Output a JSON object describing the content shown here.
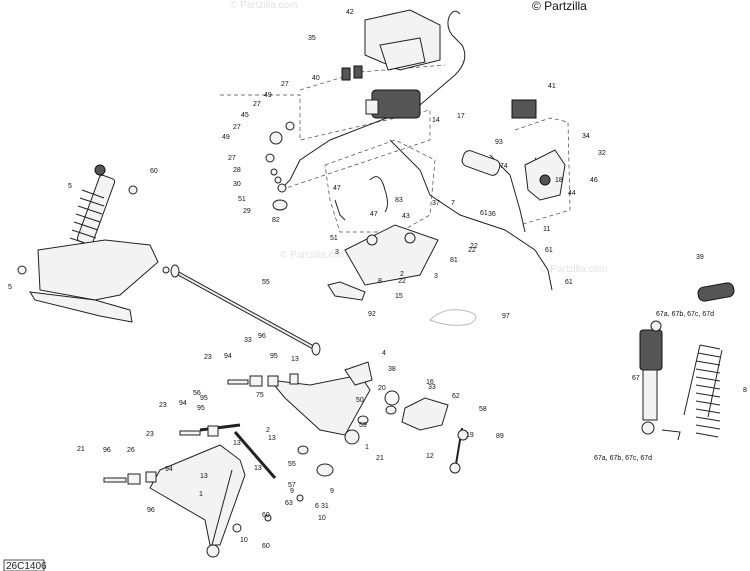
{
  "diagram": {
    "copyright": "© Partzilla",
    "watermark": "© Partzilla.com",
    "drawing_code": "26C1406",
    "callouts": [
      "42",
      "35",
      "40",
      "27",
      "49",
      "45",
      "27",
      "27",
      "49",
      "27",
      "28",
      "30",
      "51",
      "29",
      "14",
      "41",
      "17",
      "93",
      "74",
      "34",
      "32",
      "18",
      "46",
      "44",
      "47",
      "47",
      "83",
      "82",
      "43",
      "36",
      "7",
      "37",
      "61",
      "11",
      "51",
      "3",
      "81",
      "22",
      "22",
      "3",
      "2",
      "15",
      "92",
      "8",
      "61",
      "22",
      "61",
      "60",
      "5",
      "5",
      "55",
      "97",
      "39",
      "67a, 67b, 67c, 67d",
      "67",
      "8",
      "67a, 67b, 67c, 67d",
      "33",
      "96",
      "94",
      "23",
      "95",
      "13",
      "75",
      "50",
      "4",
      "38",
      "20",
      "16",
      "33",
      "62",
      "58",
      "12",
      "19",
      "89",
      "1",
      "10",
      "23",
      "94",
      "95",
      "56",
      "95",
      "13",
      "2",
      "21",
      "60",
      "9",
      "59",
      "13",
      "13",
      "57",
      "9",
      "63",
      "6",
      "31",
      "10",
      "60",
      "21",
      "23",
      "96",
      "94",
      "26",
      "1",
      "96",
      "13",
      "55",
      "9",
      "9"
    ]
  }
}
